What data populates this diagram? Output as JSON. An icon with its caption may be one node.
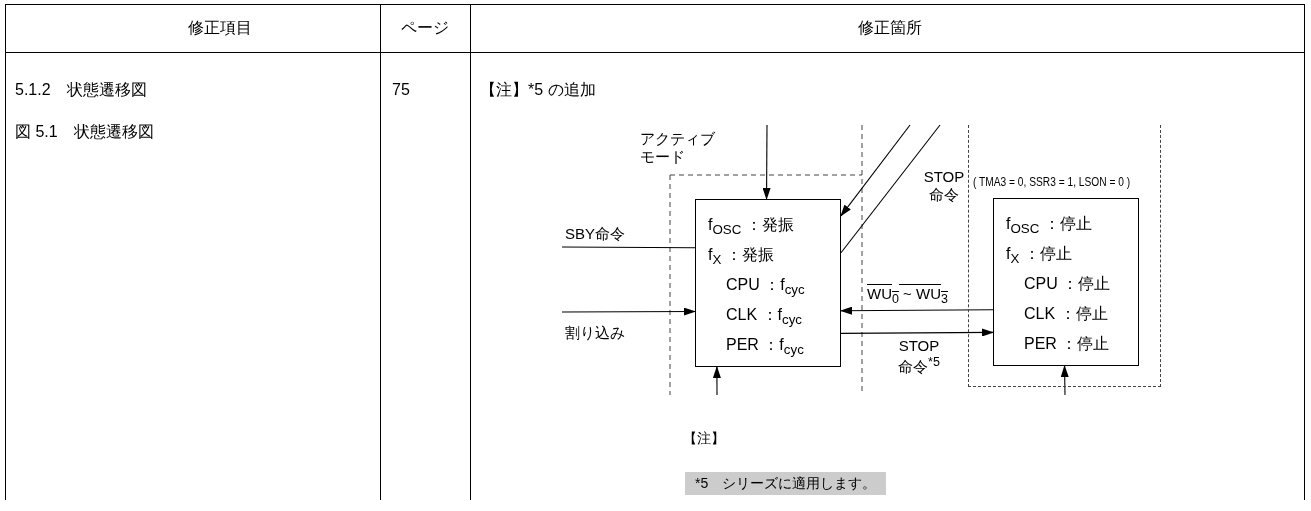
{
  "diagram": {
    "nodes": [
      {
        "text": [
          "f$_{OSC}$ ：発振",
          "f$_{X}$ ：発振",
          "CPU ：f$_{cyc}$",
          "CLK ：f$_{cyc}$",
          "PER ：f$_{cyc}$"
        ]
      },
      {
        "text": [
          "( TMA3 = 0, SSR3 = 1, LSON = 0 )"
        ]
      },
      {
        "text": [
          "f$_{OSC}$ ：停止",
          "f$_{X}$ ：停止",
          "CPU ：停止",
          "CLK ：停止",
          "PER ：停止"
        ],
        "in": 1
      }
    ],
    "edges": [
      {
        "from": null,
        "to": 0,
        "arrow": "to",
        "label": "アクティブモード"
      },
      {
        "from": null,
        "to": 0,
        "arrow": "to"
      },
      {
        "from": 0,
        "to": null,
        "arrow": "none",
        "label": "STOP 命令"
      },
      {
        "from": null,
        "to": 0,
        "arrow": "none",
        "label": "SBY命令"
      },
      {
        "from": null,
        "to": 0,
        "arrow": "to",
        "label": "割り込み"
      },
      {
        "from": 2,
        "to": 0,
        "arrow": "to",
        "label": "WU$_{0}$ ~ WU$_{3}$"
      },
      {
        "from": 0,
        "to": 2,
        "arrow": "to",
        "label": "STOP 命令$^{*5}$"
      },
      {
        "from": null,
        "to": 0,
        "arrow": "to"
      },
      {
        "from": null,
        "to": 2,
        "arrow": "to"
      }
    ],
    "labels": [
      "修正項目",
      "ページ",
      "修正箇所",
      "5.1.2　状態遷移図",
      "75",
      "【注】*5 の追加",
      "図 5.1　状態遷移図",
      "【注】",
      "*5　シリーズに適用します。"
    ]
  }
}
